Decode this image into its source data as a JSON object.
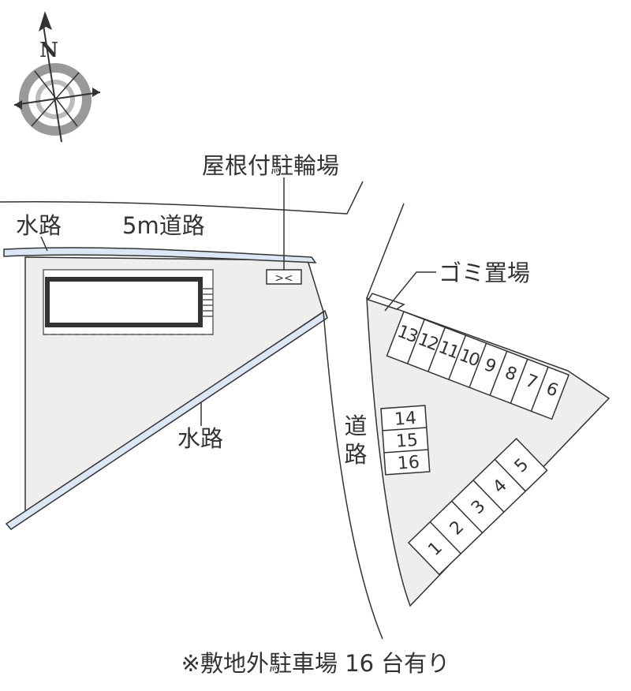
{
  "compass": {
    "north_label": "N",
    "icon": "compass-rose-icon"
  },
  "labels": {
    "bike_parking": "屋根付駐輪場",
    "waterway_top": "水路",
    "road_5m": "5m道路",
    "garbage": "ゴミ置場",
    "road_vertical": "道路",
    "waterway_diag": "水路"
  },
  "bike_mark": "><",
  "parking": {
    "row_top": [
      "13",
      "12",
      "11",
      "10",
      "9",
      "8",
      "7",
      "6"
    ],
    "column_mid": [
      "14",
      "15",
      "16"
    ],
    "row_bottom": [
      "1",
      "2",
      "3",
      "4",
      "5"
    ]
  },
  "footer": "※敷地外駐車場 16 台有り",
  "colors": {
    "lot_fill": "#eeeeee",
    "water_fill": "#dbe7f5",
    "line": "#333333"
  }
}
